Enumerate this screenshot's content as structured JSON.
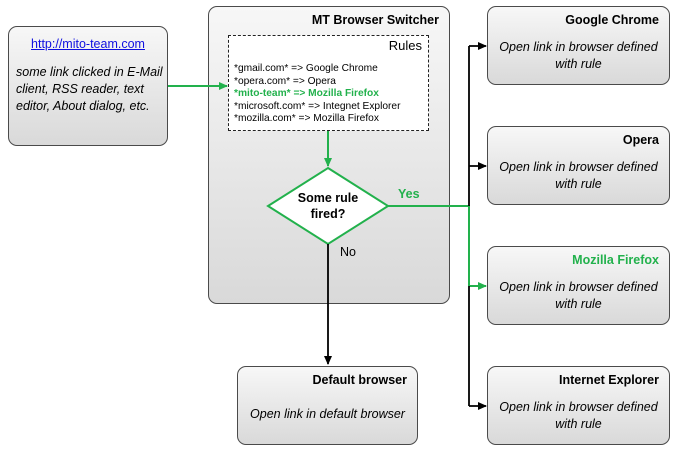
{
  "source": {
    "link": "http://mito-team.com",
    "description": "some link clicked in E-Mail client, RSS reader, text editor, About dialog, etc."
  },
  "switcher": {
    "title": "MT Browser Switcher",
    "rules_title": "Rules",
    "rules": [
      {
        "text": "*gmail.com* => Google Chrome",
        "active": false
      },
      {
        "text": "*opera.com* => Opera",
        "active": false
      },
      {
        "text": "*mito-team* => Mozilla Firefox",
        "active": true
      },
      {
        "text": "*microsoft.com* => Integnet Explorer",
        "active": false
      },
      {
        "text": "*mozilla.com* => Mozilla Firefox",
        "active": false
      }
    ],
    "decision": "Some rule fired?",
    "yes": "Yes",
    "no": "No"
  },
  "default_browser": {
    "title": "Default browser",
    "text": "Open link in default browser"
  },
  "browsers": [
    {
      "title": "Google Chrome",
      "text": "Open link in browser defined with rule",
      "highlight": false
    },
    {
      "title": "Opera",
      "text": "Open link in browser defined with rule",
      "highlight": false
    },
    {
      "title": "Mozilla Firefox",
      "text": "Open link in browser defined with rule",
      "highlight": true
    },
    {
      "title": "Internet Explorer",
      "text": "Open link in browser defined with rule",
      "highlight": false
    }
  ],
  "colors": {
    "accent": "#22b14c",
    "link": "#1010e0",
    "line": "#000000"
  }
}
